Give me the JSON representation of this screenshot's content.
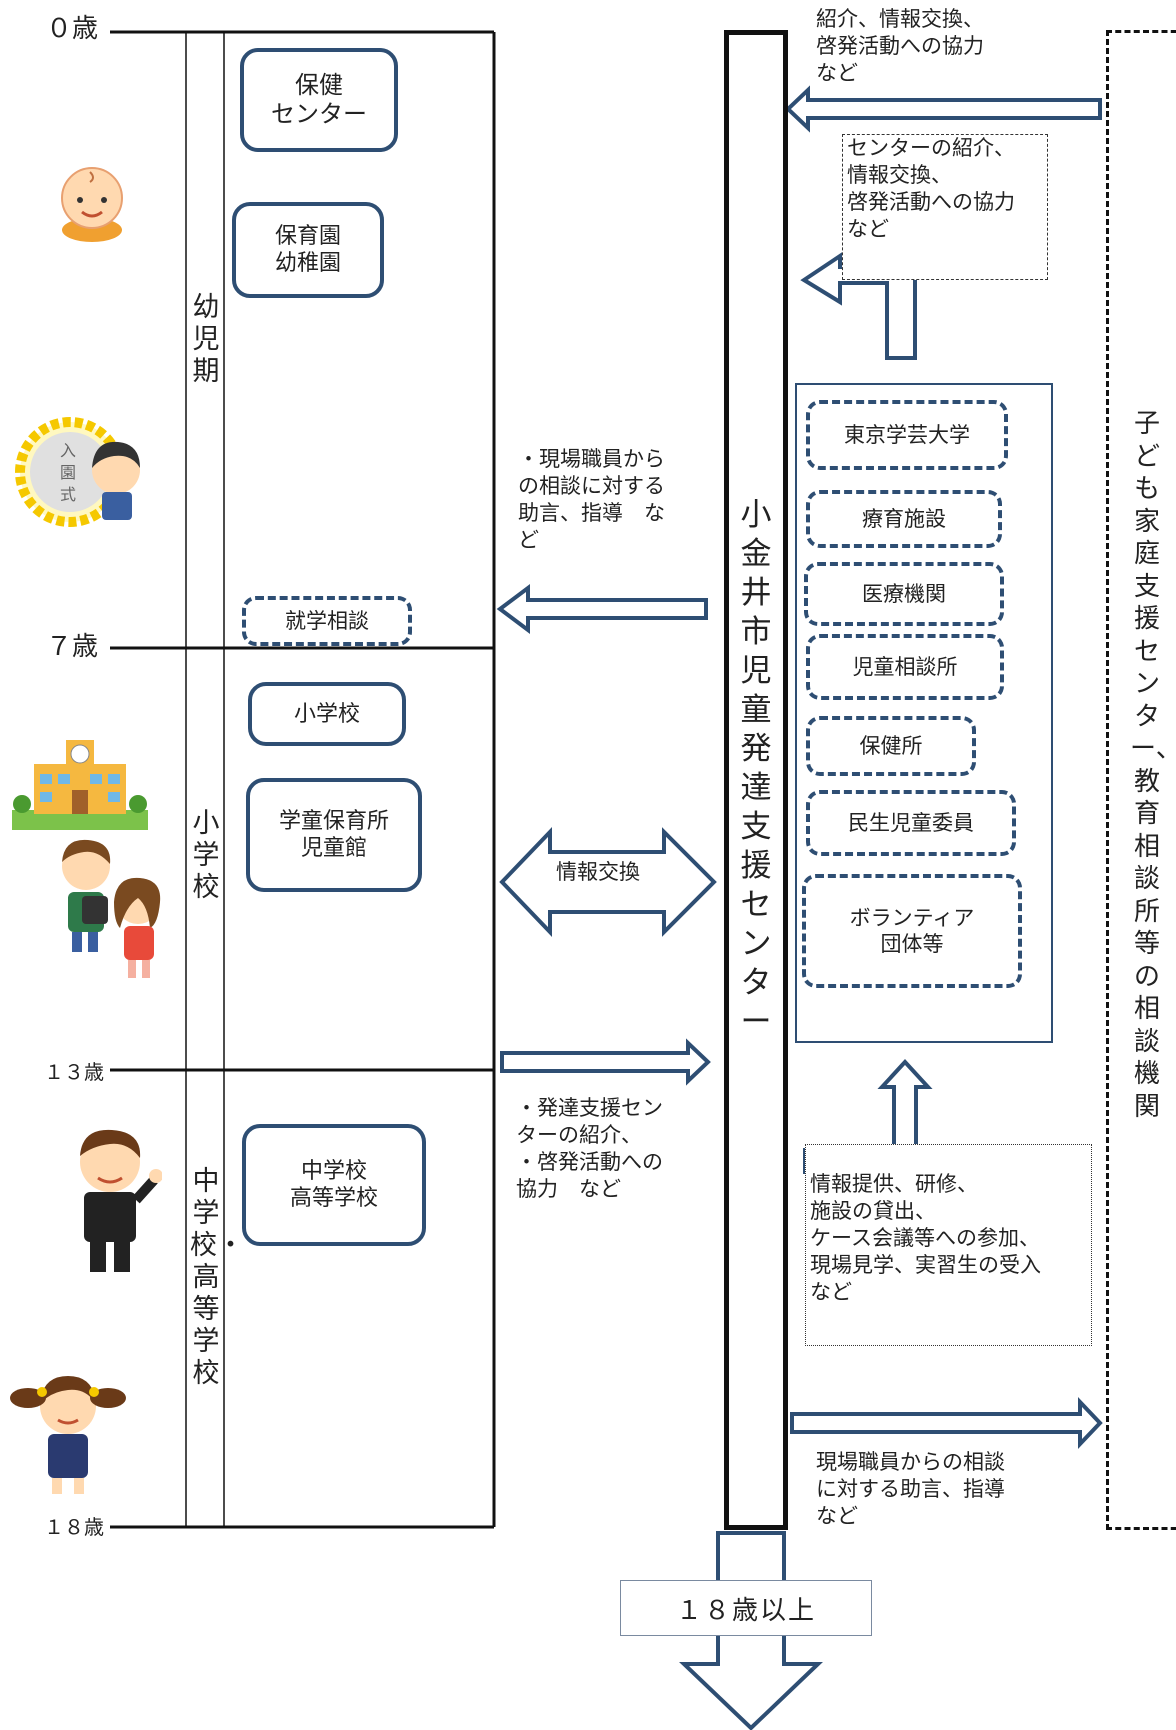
{
  "ages": {
    "age0": "０歳",
    "age7": "７歳",
    "age13": "１３歳",
    "age18": "１８歳"
  },
  "stages": {
    "preschool": "幼児期",
    "elementary": "小学校",
    "secondary": "中学校・高等学校"
  },
  "institutions": {
    "health_center": "保健\nセンター",
    "nursery_kindergarten": "保育園\n幼稚園",
    "school_consult": "就学相談",
    "elementary_school": "小学校",
    "afterschool": "学童保育所\n児童館",
    "junior_high": "中学校\n高等学校"
  },
  "left_arrow_notes": {
    "advice": "・現場職員から\nの相談に対する\n助言、指導　な\nど",
    "info_exchange": "情報交換",
    "intro": "・発達支援セン\nターの紹介、\n・啓発活動への\n協力　など"
  },
  "center": {
    "title": "小金井市児童発達支援センター",
    "adult_label": "１８歳以上"
  },
  "partner_orgs": [
    "東京学芸大学",
    "療育施設",
    "医療機関",
    "児童相談所",
    "保健所",
    "民生児童委員",
    "ボランティア\n団体等"
  ],
  "right_notes": {
    "top_incoming": "紹介、情報交換、\n啓発活動への協力\nなど",
    "orgs_to_center": "センターの紹介、\n情報交換、\n啓発活動への協力\nなど",
    "center_to_orgs": "情報提供、研修、\n施設の貸出、\nケース会議等への参加、\n現場見学、実習生の受入\nなど",
    "bottom_outgoing": "現場職員からの相談\nに対する助言、指導\nなど"
  },
  "right_column": {
    "title": "子ども家庭支援センター、教育相談所等の相談機関"
  },
  "colors": {
    "arrow_stroke": "#2e4e73",
    "box_border": "#2e4e73",
    "line": "#111111"
  },
  "icons": {
    "baby": "baby-illustration",
    "entrance_ceremony": "entrance-ceremony-illustration",
    "school_building": "school-building-illustration",
    "schoolchildren": "schoolchildren-illustration",
    "boy": "junior-high-boy-illustration",
    "girl": "schoolgirl-illustration"
  }
}
